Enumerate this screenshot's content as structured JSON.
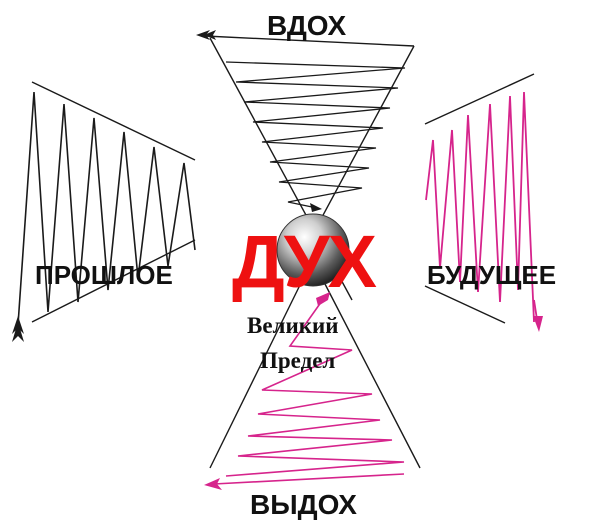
{
  "labels": {
    "inhale": "ВДОХ",
    "exhale": "ВЫДОХ",
    "past": "ПРОШЛОЕ",
    "future": "БУДУЩЕЕ",
    "spirit": "ДУХ",
    "great": "Великий",
    "limit": "Предел"
  },
  "colors": {
    "line": "#1a1a1a",
    "accent_pink": "#d6248c",
    "spirit_red": "#ee1111",
    "sphere": "#777777"
  },
  "icons": {
    "center": "sphere-icon",
    "arrows": [
      "arrow-left-icon",
      "arrow-down-icon"
    ]
  }
}
